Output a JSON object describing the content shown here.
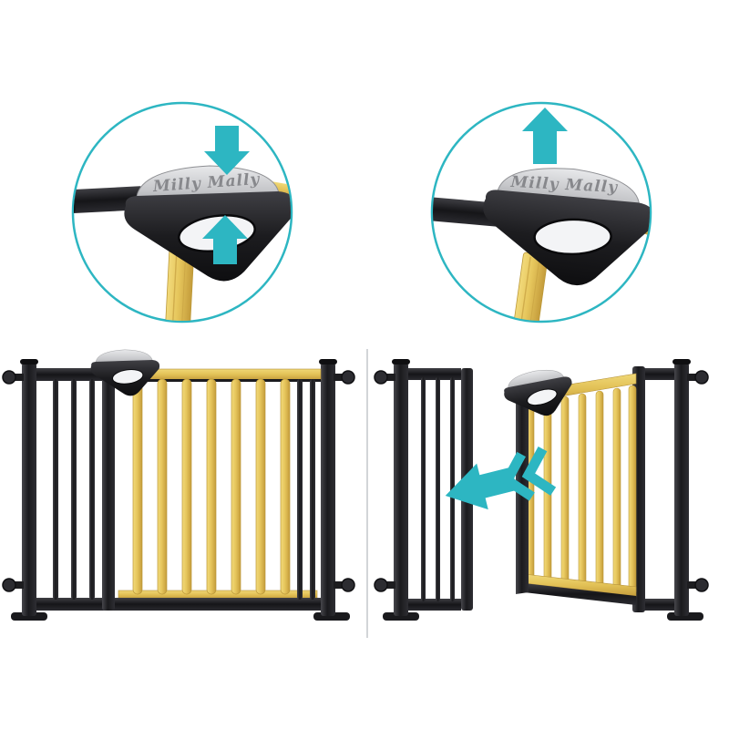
{
  "image": {
    "brand": "Milly Mally"
  },
  "colors": {
    "accent_teal": "#2db6c2",
    "frame_black": "#1b1b1e",
    "wood": "#e5c45c",
    "handle_gray": "#c6c7ca",
    "divider_gray": "#c3c7cb",
    "background": "#ffffff"
  },
  "detail_views": [
    {
      "name": "press-handle-detail",
      "brand_label": "Milly Mally",
      "icons": [
        "arrow-down-icon",
        "arrow-up-icon"
      ]
    },
    {
      "name": "lift-handle-detail",
      "brand_label": "Milly Mally",
      "icons": [
        "arrow-up-icon"
      ]
    }
  ],
  "gate_views": [
    {
      "name": "gate-closed",
      "icons": []
    },
    {
      "name": "gate-open",
      "icons": [
        "arrow-open-direction-icon"
      ]
    }
  ]
}
